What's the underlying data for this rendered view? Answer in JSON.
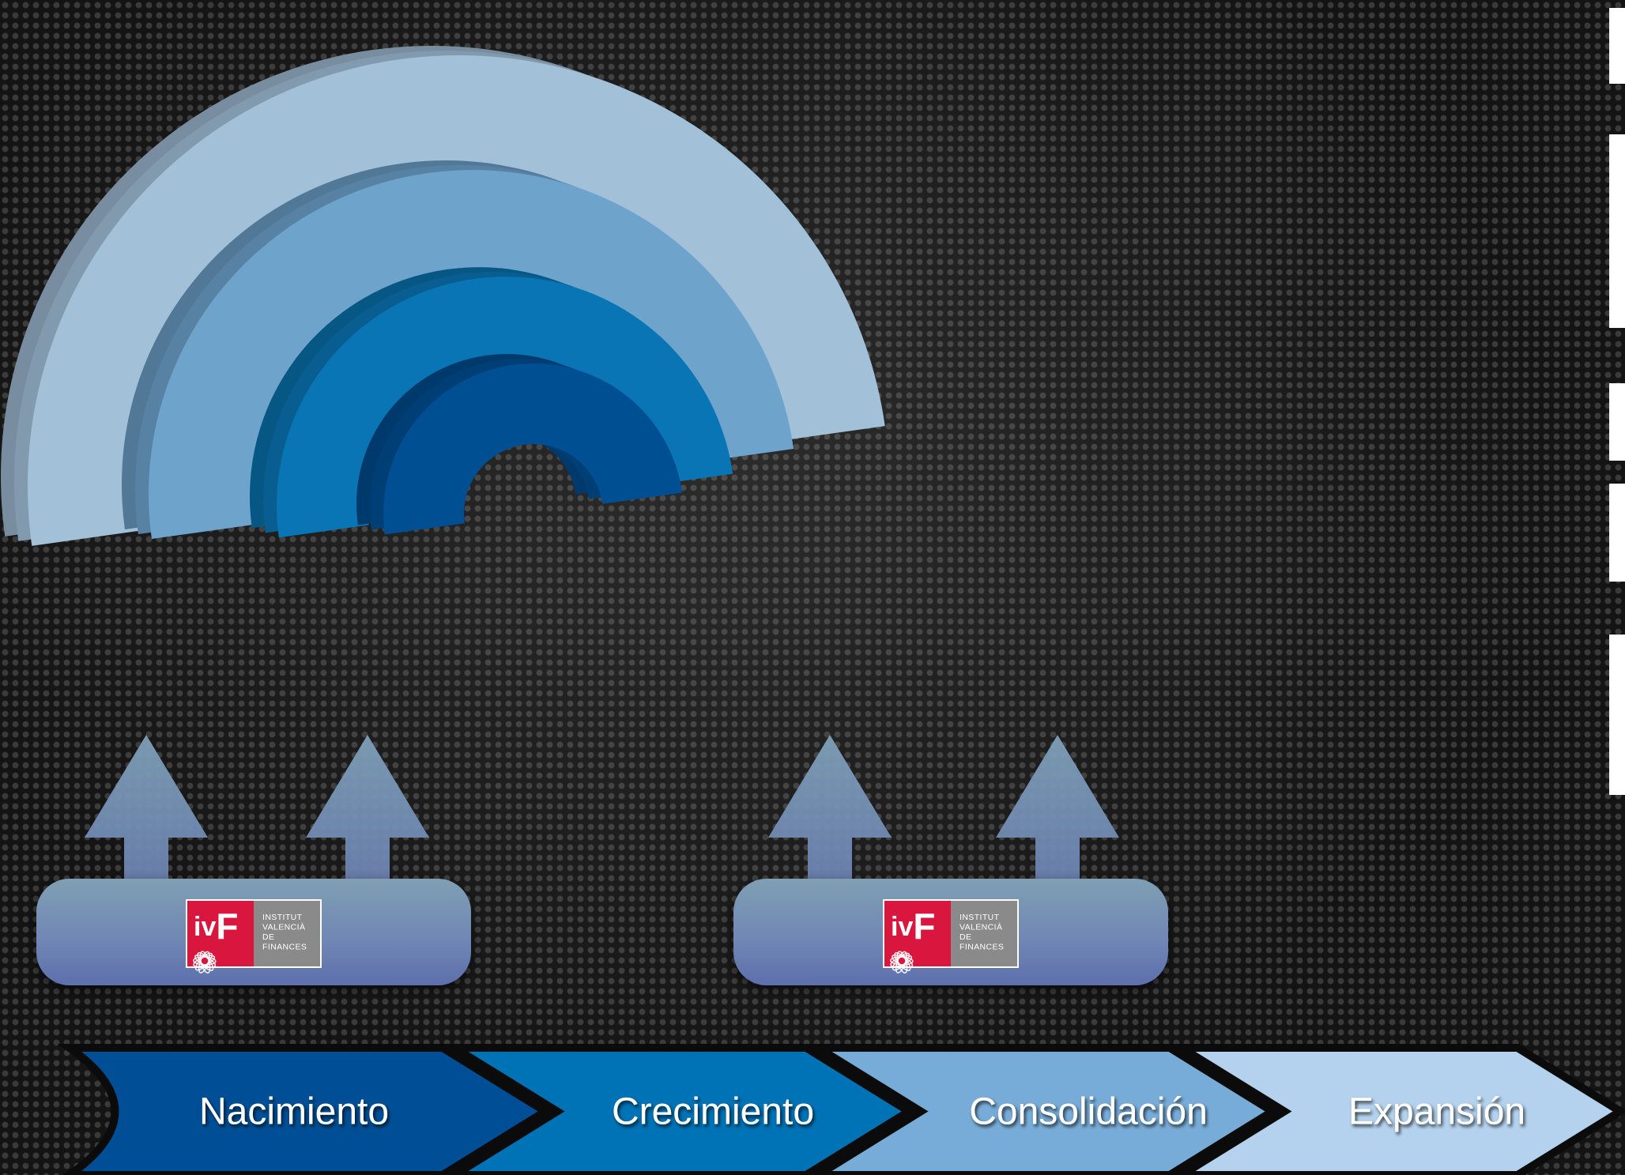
{
  "stages": [
    {
      "label": "Nacimiento",
      "color": "#004f96"
    },
    {
      "label": "Crecimiento",
      "color": "#0072b6"
    },
    {
      "label": "Consolidación",
      "color": "#78acd8"
    },
    {
      "label": "Expansión",
      "color": "#b4d2ee"
    }
  ],
  "logos": [
    {
      "brand": "ivf",
      "lines": [
        "INSTITUT",
        "VALENCIÀ",
        "DE",
        "FINANCES"
      ]
    },
    {
      "brand": "ivf",
      "lines": [
        "INSTITUT",
        "VALENCIÀ",
        "DE",
        "FINANCES"
      ]
    }
  ],
  "colors": {
    "arc_outer": "#a2c0d8",
    "arc_second": "#6ea3cc",
    "arc_third": "#0a75b4",
    "arc_inner": "#004f92",
    "arrow": "#7d96ad",
    "platform": "#7a90b5",
    "logo_red": "#d9163d",
    "logo_gray": "#8a8a8a"
  },
  "icons": [
    "up-arrow-icon",
    "ivf-logo-icon"
  ]
}
